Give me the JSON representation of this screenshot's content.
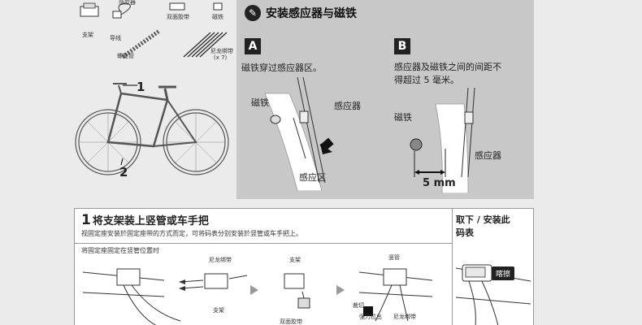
{
  "parts": {
    "label_double_tape": "双面胶带",
    "label_magnet": "磁铁",
    "label_bracket": "支架",
    "label_wire": "导线",
    "label_spiral": "螺旋管",
    "label_nylon_tie": "尼龙绑带",
    "label_nylon_count": "(x 7)",
    "label_top_partial": "感应器"
  },
  "bike": {
    "callout_1": "1",
    "callout_2": "2"
  },
  "sensor_section": {
    "title": "安装感应器与磁铁",
    "a_letter": "A",
    "a_desc": "磁铁穿过感应器区。",
    "a_magnet": "磁铁",
    "a_sensor": "感应器",
    "a_zone": "感应区",
    "b_letter": "B",
    "b_desc_line1": "感应器及磁铁之间的间距不",
    "b_desc_line2": "得超过 5 毫米。",
    "b_magnet": "磁铁",
    "b_sensor": "感应器",
    "b_distance": "5 mm"
  },
  "step1": {
    "number": "1",
    "title": "将支架装上竖管或车手把",
    "desc": "视固定座安装於固定座带的方式而定，可将码表分别安装於竖管或车手把上。",
    "subtitle": "将固定座固定在竖管位置时",
    "label_nylon_tie": "尼龙绑带",
    "label_bracket_top": "支架",
    "label_bracket_bottom": "支架",
    "label_tape": "双面胶带",
    "label_stem": "竖管",
    "label_cut": "裁切",
    "label_pull": "强力拉出",
    "label_nylon_tie_2": "尼龙绑带"
  },
  "remove": {
    "title_line1": "取下 / 安装此",
    "title_line2": "码表",
    "badge": "喀擦"
  }
}
